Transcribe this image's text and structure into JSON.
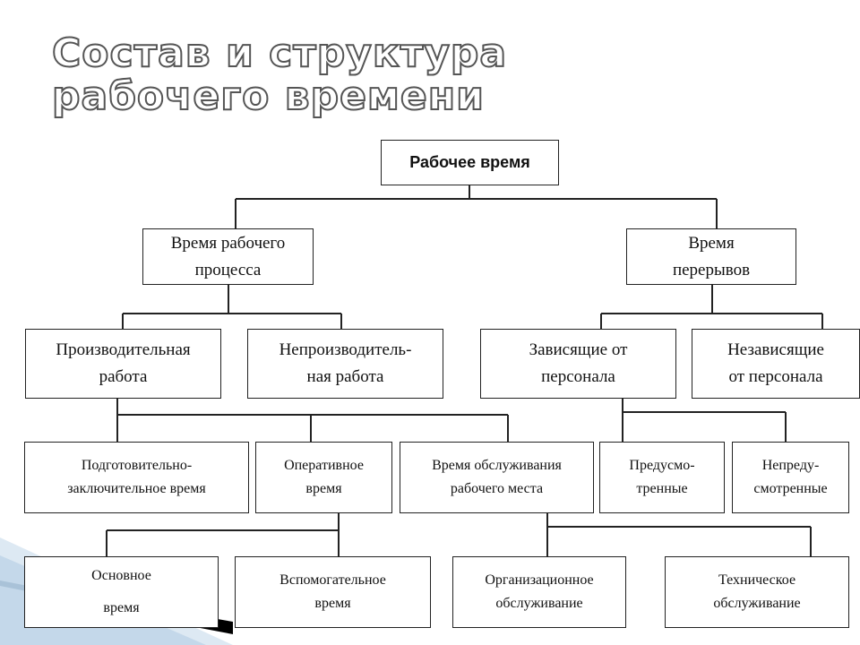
{
  "title": "Состав и структура рабочего\nвремени",
  "colors": {
    "line": "#222222",
    "title_outline": "#555555",
    "deco_blue": "#cfe0ee",
    "deco_dark": "#000000"
  },
  "diagram": {
    "root": "Рабочее время",
    "work_process": "Время рабочего\nпроцесса",
    "breaks": "Время\nперерывов",
    "productive": "Производительная\nработа",
    "unproductive": "Непроизводитель-\nная работа",
    "staff_dependent": "Зависящие от\nперсонала",
    "staff_independent": "Независящие\nот персонала",
    "prep_final": "Подготовительно-\nзаключительное время",
    "operative": "Оперативное\nвремя",
    "workplace_service": "Время обслуживания\nрабочего места",
    "planned": "Предусмо-\nтренные",
    "unplanned": "Непреду-\nсмотренные",
    "basic_time": "Основное\nвремя",
    "auxiliary_time": "Вспомогательное\nвремя",
    "organizational_service": "Организационное\nобслуживание",
    "technical_service": "Техническое\nобслуживание"
  }
}
